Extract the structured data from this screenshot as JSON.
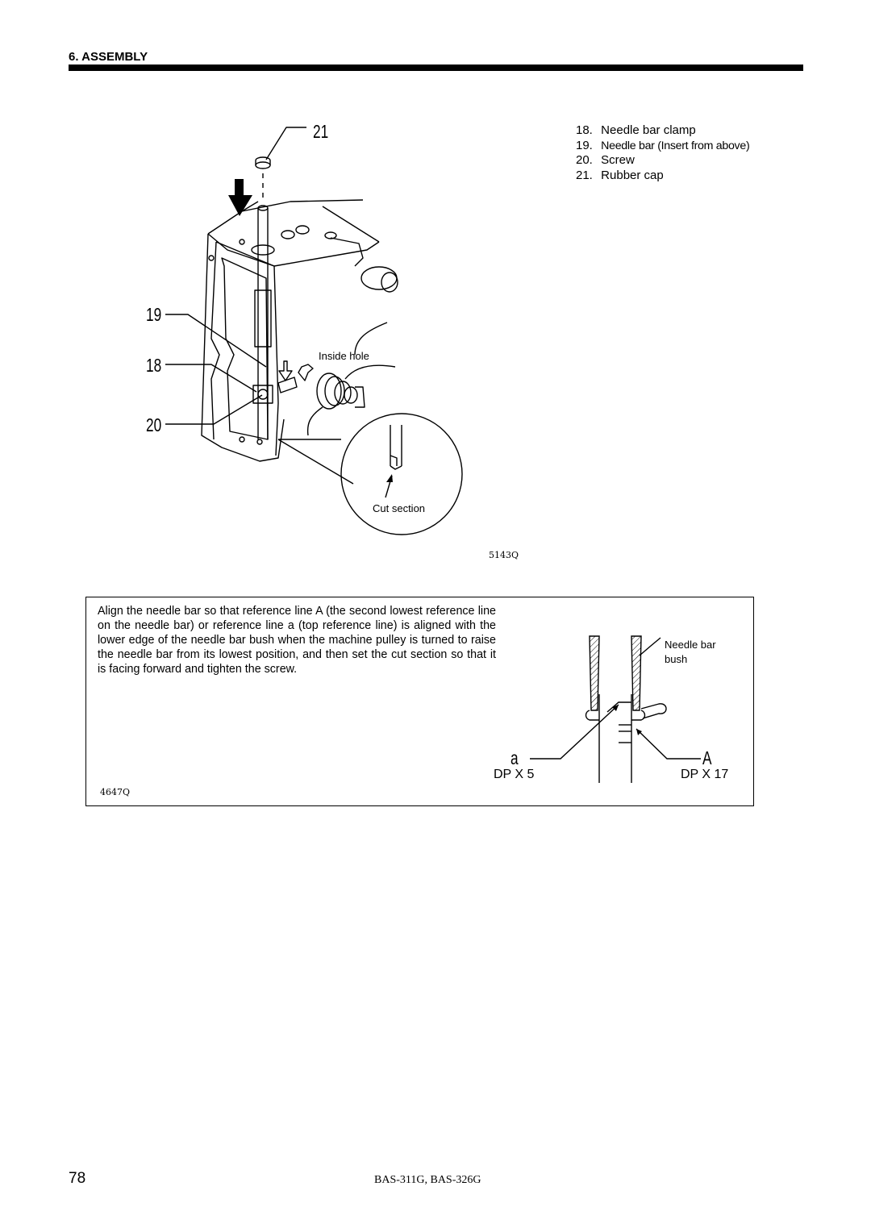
{
  "header": {
    "section_title": "6. ASSEMBLY"
  },
  "parts_legend": [
    {
      "number": "18.",
      "label": "Needle bar clamp"
    },
    {
      "number": "19.",
      "label": "Needle bar (Insert from above)"
    },
    {
      "number": "20.",
      "label": "Screw"
    },
    {
      "number": "21.",
      "label": "Rubber cap"
    }
  ],
  "figure_1": {
    "callouts": [
      "21",
      "19",
      "18",
      "20"
    ],
    "label_inside_hole": "Inside hole",
    "label_cut_section": "Cut section",
    "code": "5143Q"
  },
  "instruction_box": {
    "text": "Align the needle bar so that reference line A (the second lowest reference line on the needle bar) or reference line a (top reference line) is aligned with the lower edge of the needle bar bush when the machine pulley is turned to raise the needle bar from its lowest position, and then set the cut section so that it is facing forward and tighten the screw.",
    "label_bush_line1": "Needle bar",
    "label_bush_line2": "bush",
    "label_a": "a",
    "label_A": "A",
    "dp_left": "DP X 5",
    "dp_right": "DP X 17",
    "code": "4647Q"
  },
  "footer": {
    "page_number": "78",
    "model": "BAS-311G, BAS-326G"
  }
}
